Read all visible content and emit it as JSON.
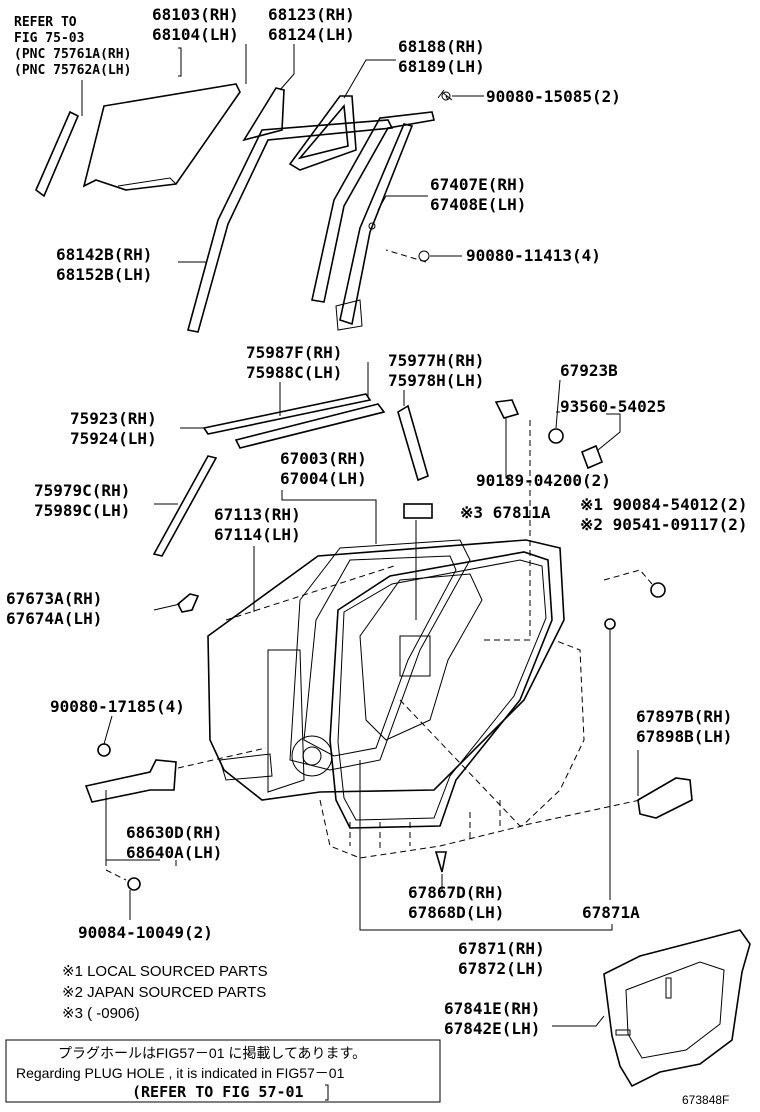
{
  "refer_top": [
    "REFER TO",
    "FIG 75-03",
    "(PNC 75761A(RH)",
    "(PNC 75762A(LH)"
  ],
  "parts": {
    "p68103": [
      "68103(RH)",
      "68104(LH)"
    ],
    "p68123": [
      "68123(RH)",
      "68124(LH)"
    ],
    "p68188": [
      "68188(RH)",
      "68189(LH)"
    ],
    "p90080_15085": "90080-15085(2)",
    "p67407": [
      "67407E(RH)",
      "67408E(LH)"
    ],
    "p90080_11413": "90080-11413(4)",
    "p68142": [
      "68142B(RH)",
      "68152B(LH)"
    ],
    "p75987": [
      "75987F(RH)",
      "75988C(LH)"
    ],
    "p75977": [
      "75977H(RH)",
      "75978H(LH)"
    ],
    "p67923": "67923B",
    "p93560": "93560-54025",
    "p75923": [
      "75923(RH)",
      "75924(LH)"
    ],
    "p90189": "90189-04200(2)",
    "p67003": [
      "67003(RH)",
      "67004(LH)"
    ],
    "p75979": [
      "75979C(RH)",
      "75989C(LH)"
    ],
    "p67113": [
      "67113(RH)",
      "67114(LH)"
    ],
    "p67811": "※3 67811A",
    "p90084_54012": "※1 90084-54012(2)",
    "p90541": "※2 90541-09117(2)",
    "p67673": [
      "67673A(RH)",
      "67674A(LH)"
    ],
    "p90080_17185": "90080-17185(4)",
    "p67897": [
      "67897B(RH)",
      "67898B(LH)"
    ],
    "p68630": [
      "68630D(RH)",
      "68640A(LH)"
    ],
    "p67867": [
      "67867D(RH)",
      "67868D(LH)"
    ],
    "p67871a": "67871A",
    "p90084_10049": "90084-10049(2)",
    "p67871": [
      "67871(RH)",
      "67872(LH)"
    ],
    "p67841": [
      "67841E(RH)",
      "67842E(LH)"
    ]
  },
  "notes": [
    "※1 LOCAL SOURCED PARTS",
    "※2 JAPAN SOURCED PARTS",
    "※3 (    -0906)"
  ],
  "bottom_box": {
    "line1": "プラグホールはFIG57－01 に掲載してあります。",
    "line2": "Regarding  PLUG HOLE , it is indicated in FIG57－01",
    "line3": "(REFER TO FIG 57-01"
  },
  "diagram_code": "673848F"
}
